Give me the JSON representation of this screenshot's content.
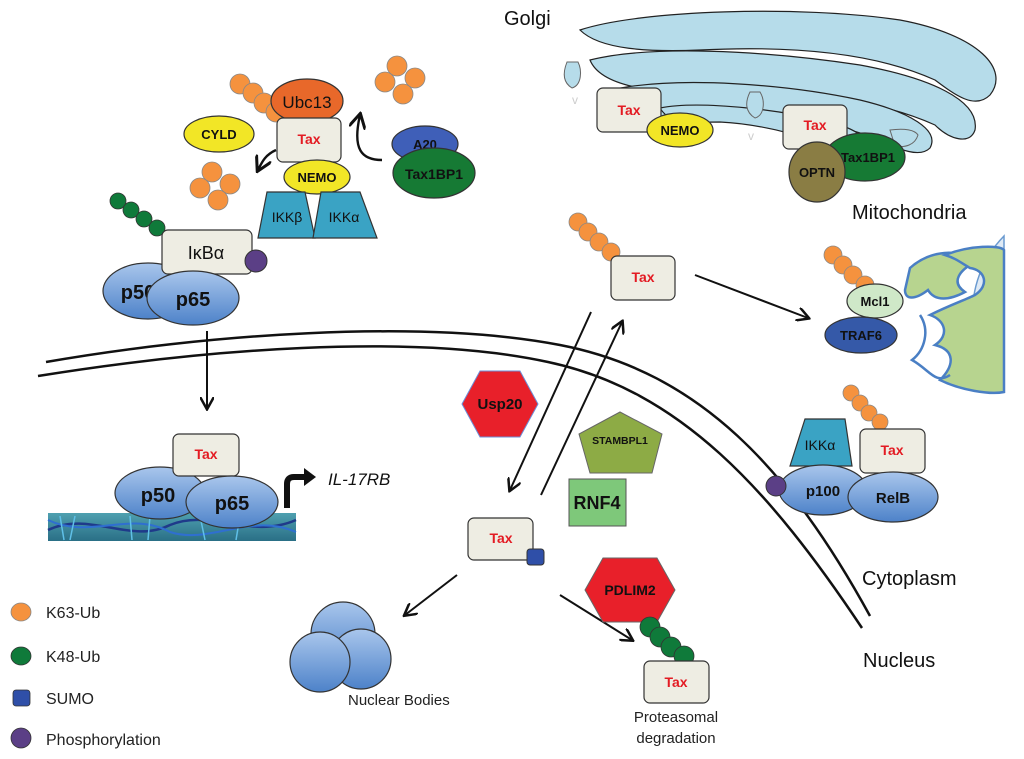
{
  "regions": {
    "golgi": "Golgi",
    "mitochondria": "Mitochondria",
    "cytoplasm": "Cytoplasm",
    "nucleus": "Nucleus"
  },
  "proteins": {
    "tax": "Tax",
    "ubc13": "Ubc13",
    "cyld": "CYLD",
    "nemo": "NEMO",
    "ikkb": "IKKβ",
    "ikka": "IKKα",
    "a20": "A20",
    "tax1bp1": "Tax1BP1",
    "ikba": "IκBα",
    "p50": "p50",
    "p65": "p65",
    "optn": "OPTN",
    "mcl1": "Mcl1",
    "traf6": "TRAF6",
    "p100": "p100",
    "relb": "RelB",
    "usp20": "Usp20",
    "stambpl1": "STAMBPL1",
    "rnf4": "RNF4",
    "pdlim2": "PDLIM2"
  },
  "gene": "IL-17RB",
  "captions": {
    "nuclear_bodies": "Nuclear Bodies",
    "proteasomal_1": "Proteasomal",
    "proteasomal_2": "degradation"
  },
  "legend": [
    {
      "label": "K63-Ub",
      "shape": "circle",
      "color": "#f5923e"
    },
    {
      "label": "K48-Ub",
      "shape": "circle",
      "color": "#0f7a3a"
    },
    {
      "label": "SUMO",
      "shape": "square",
      "color": "#2f4fa8"
    },
    {
      "label": "Phosphorylation",
      "shape": "circle",
      "color": "#5b3f86"
    }
  ],
  "colors": {
    "k63": "#f5923e",
    "k48": "#0f7a3a",
    "sumo": "#2f4fa8",
    "phospho": "#5b3f86",
    "tax_box": "#eeede3",
    "tax_text": "#e31b23",
    "nfkb": "#6b9bd6",
    "ikk": "#3aa3c4",
    "yellow": "#f2e626",
    "ubc13": "#e8682a",
    "a20": "#3f5fb8",
    "tax1bp1": "#167a34",
    "optn": "#8a7d44",
    "mcl1": "#cfe8c8",
    "traf6": "#3559a8",
    "golgi": "#b6dcea",
    "mito_outer": "#dfeaf5",
    "mito_inner": "#b7d48f",
    "red_hex": "#e8202a",
    "stambpl1": "#8dab45",
    "rnf4": "#7ec87a"
  }
}
